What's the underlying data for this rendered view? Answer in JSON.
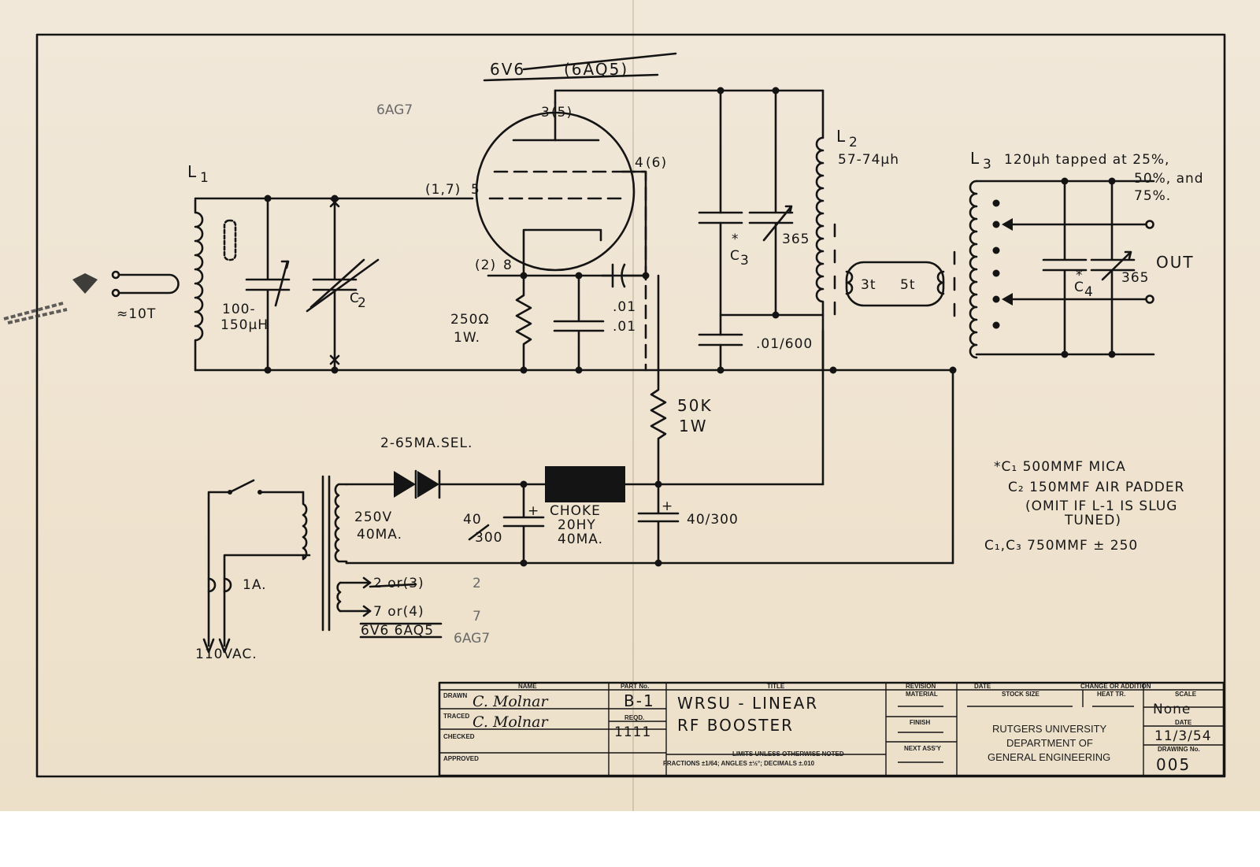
{
  "tube": {
    "type_main": "6V6",
    "type_alt_struck": "(6AQ5)",
    "type_alt_pencil": "6AG7",
    "pin_plate": "3",
    "pin_plate_alt": "(5)",
    "pin_screen": "4",
    "pin_screen_alt": "(6)",
    "pin_grid": "5",
    "pin_grid_alt": "(1,7)",
    "pin_cathode": "8",
    "pin_cathode_alt": "(2)"
  },
  "labels": {
    "l1": "L",
    "l1_sub": "1",
    "l1_value_1": "100-",
    "l1_value_2": "150µH",
    "link_turns": "≈10T",
    "c2": "C",
    "c2_sub": "2",
    "r_cathode_1": "250Ω",
    "r_cathode_2": "1W.",
    "c_bypass_1": ".01",
    "c_bypass_2": ".01",
    "c3": "C",
    "c3_sub": "3",
    "c_tank_value": "365",
    "c_coupling": ".01/600",
    "l2": "L",
    "l2_sub": "2",
    "l2_value": "57-74µh",
    "link_3t": "3t",
    "link_5t": "5t",
    "l3": "L",
    "l3_sub": "3",
    "l3_desc": "120µh  tapped at 25%,",
    "l3_desc_2": "50%, and",
    "l3_desc_3": "75%.",
    "out": "OUT",
    "c4": "C",
    "c4_sub": "4",
    "c_out_value": "365",
    "r_screen_1": "50K",
    "r_screen_2": "1W",
    "rectifier": "2-65MA.SEL.",
    "transformer_1": "250V",
    "transformer_2": "40MA.",
    "filter_cap_1": "40",
    "filter_cap_2": "300",
    "choke_1": "CHOKE",
    "choke_2": "20HY",
    "choke_3": "40MA.",
    "filter_cap_right": "40/300",
    "fuse": "1A.",
    "mains": "110VAC.",
    "heater_1": "2 or(3)",
    "heater_2": "7 or(4)",
    "heater_types": "6V6   6AQ5",
    "heater_pencil_type": "6AG7",
    "heater_pencil_1": "2",
    "heater_pencil_2": "7"
  },
  "notes": {
    "line1": "*C₁ 500MMF MICA",
    "line2": "C₂ 150MMF AIR PADDER",
    "line3": "(OMIT IF L-1 IS SLUG",
    "line4": "TUNED)",
    "line5": "C₁,C₃  750MMF ± 250"
  },
  "title_block": {
    "h_name": "NAME",
    "h_part": "PART No.",
    "h_title": "TITLE",
    "h_revision": "REVISION",
    "h_material": "MATERIAL",
    "h_date": "DATE",
    "h_stock": "STOCK SIZE",
    "h_change": "CHANGE OR ADDITION",
    "h_heat": "HEAT TR.",
    "h_scale": "SCALE",
    "h_drawn": "DRAWN",
    "h_traced": "TRACED",
    "h_checked": "CHECKED",
    "h_approved": "APPROVED",
    "h_reqd": "REQD.",
    "h_finish": "FINISH",
    "h_next": "NEXT ASS'Y",
    "h_date2": "DATE",
    "h_drawing_no": "DRAWING No.",
    "drawn_by": "C. Molnar",
    "traced_by": "C. Molnar",
    "part_no": "B-1",
    "reqd": "1111",
    "title_1": "WRSU - LINEAR",
    "title_2": "RF BOOSTER",
    "limits_1": "LIMITS UNLESS OTHERWISE NOTED",
    "limits_2": "FRACTIONS ±1/64; ANGLES ±½°; DECIMALS ±.010",
    "org_1": "RUTGERS UNIVERSITY",
    "org_2": "DEPARTMENT OF",
    "org_3": "GENERAL ENGINEERING",
    "scale": "None",
    "date": "11/3/54",
    "drawing_no": "005"
  }
}
